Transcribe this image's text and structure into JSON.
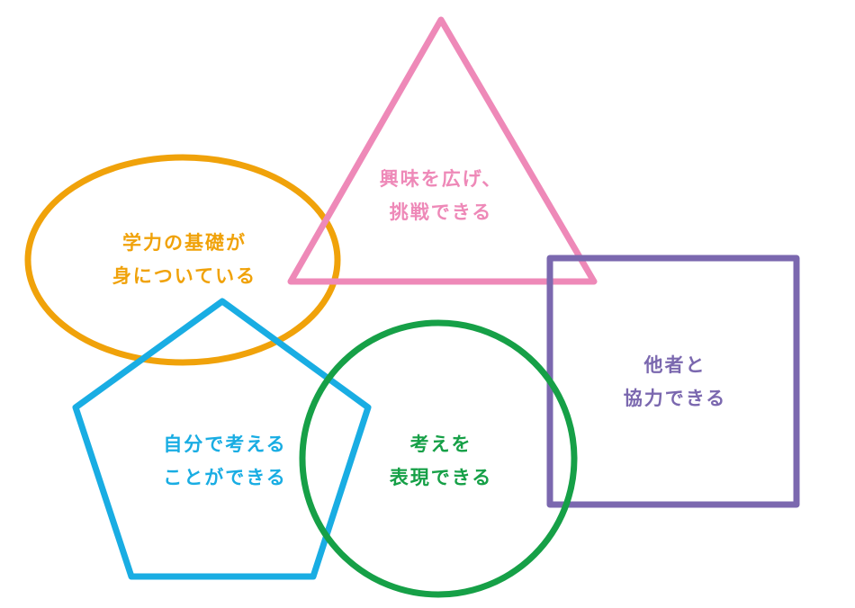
{
  "colors": {
    "orange": "#F0A20A",
    "pink": "#EE89B8",
    "purple": "#7B68AF",
    "blue": "#19ADE3",
    "green": "#16A047"
  },
  "shapes": {
    "ellipse": {
      "color_key": "orange",
      "lines": [
        "学力の基礎が",
        "身についている"
      ]
    },
    "triangle": {
      "color_key": "pink",
      "lines": [
        "興味を広げ、",
        "挑戦できる"
      ]
    },
    "square": {
      "color_key": "purple",
      "lines": [
        "他者と",
        "協力できる"
      ]
    },
    "pentagon": {
      "color_key": "blue",
      "lines": [
        "自分で考える",
        "ことができる"
      ]
    },
    "circle": {
      "color_key": "green",
      "lines": [
        "考えを",
        "表現できる"
      ]
    }
  }
}
